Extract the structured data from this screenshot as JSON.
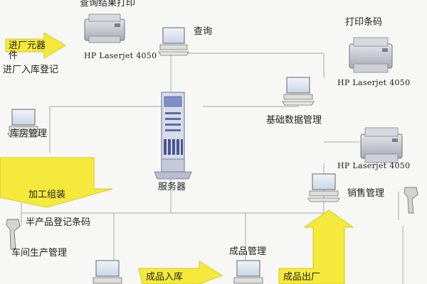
{
  "diagram": {
    "nodes": {
      "query_print": "查询结果打印",
      "query": "查询",
      "print_barcode": "打印条码",
      "printer_model": "HP Laserjet 4050",
      "incoming_parts": "进厂元器件",
      "incoming_register": "进厂入库登记",
      "warehouse": "库房管理",
      "basic_data": "基础数据管理",
      "server": "服务器",
      "processing": "加工组装",
      "sales": "销售管理",
      "semi_product": "半产品登记条码",
      "workshop": "车间生产管理",
      "finished_goods": "成品管理",
      "finished_in": "成品入库",
      "finished_out": "成品出厂"
    },
    "colors": {
      "arrow_yellow": "#f5ea3c",
      "arrow_edge": "#d8c820",
      "line": "#b8b8b0"
    },
    "icons": [
      "printer-icon",
      "computer-icon",
      "server-icon",
      "barcode-scanner-icon"
    ]
  }
}
